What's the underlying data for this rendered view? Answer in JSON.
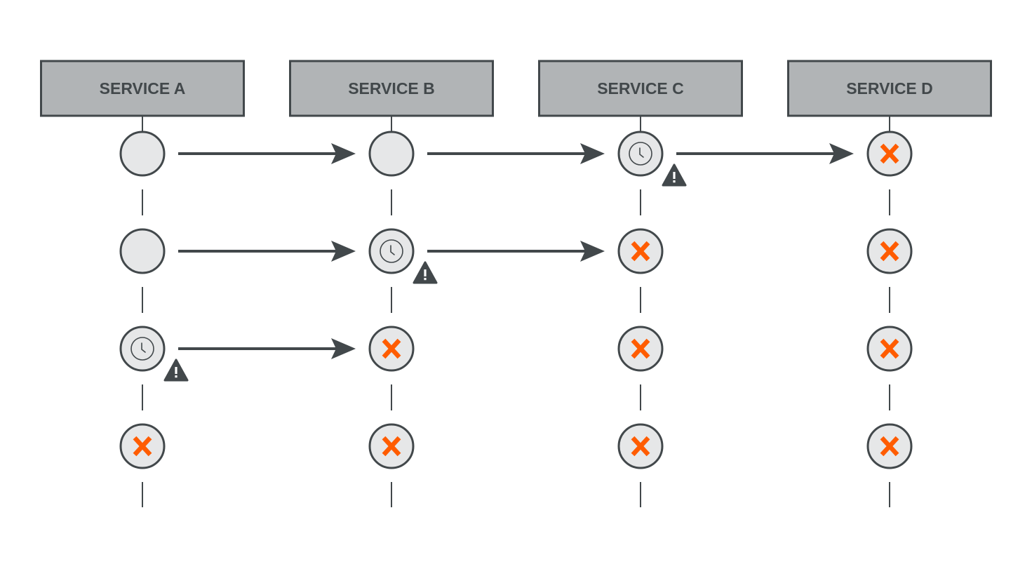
{
  "services": [
    {
      "name": "SERVICE A"
    },
    {
      "name": "SERVICE B"
    },
    {
      "name": "SERVICE C"
    },
    {
      "name": "SERVICE D"
    }
  ],
  "node_states": [
    [
      "idle",
      "idle",
      "timeout",
      "failed"
    ],
    [
      "idle",
      "timeout",
      "failed",
      "failed"
    ],
    [
      "timeout",
      "failed",
      "failed",
      "failed"
    ],
    [
      "failed",
      "failed",
      "failed",
      "failed"
    ]
  ],
  "calls": [
    {
      "row": 0,
      "from": 0,
      "to": 1
    },
    {
      "row": 0,
      "from": 1,
      "to": 2
    },
    {
      "row": 0,
      "from": 2,
      "to": 3
    },
    {
      "row": 1,
      "from": 0,
      "to": 1
    },
    {
      "row": 1,
      "from": 1,
      "to": 2
    },
    {
      "row": 2,
      "from": 0,
      "to": 1
    }
  ],
  "icons": {
    "idle": "empty-circle",
    "timeout": "clock-icon",
    "warning": "warning-icon",
    "failed": "x-icon"
  },
  "colors": {
    "header_fill": "#b1b4b6",
    "stroke": "#42484b",
    "node_fill": "#e6e7e8",
    "failure": "#ff5c00"
  }
}
